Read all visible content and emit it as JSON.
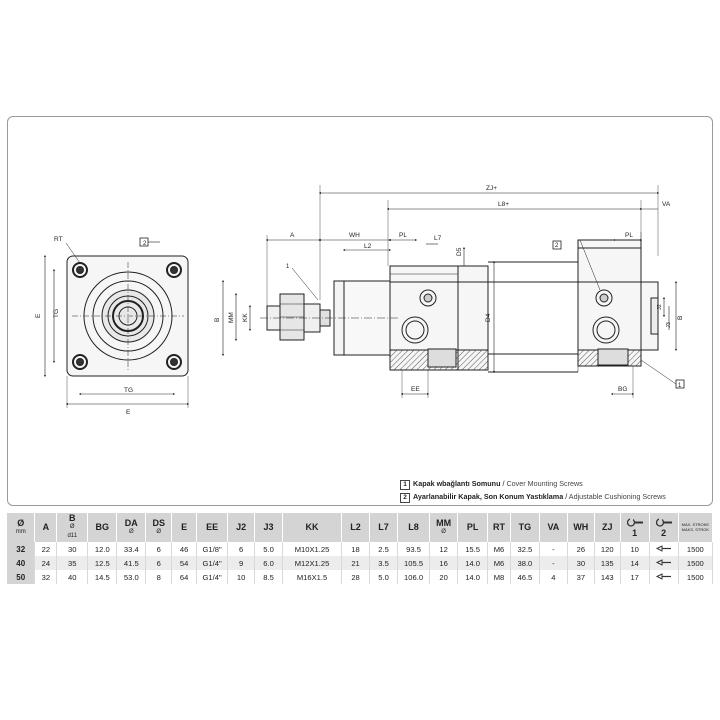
{
  "dimension_labels": {
    "front": {
      "rt": "RT",
      "tg_v": "TG",
      "e_v": "E",
      "tg_h": "TG",
      "e_h": "E",
      "callout": "2"
    },
    "side": {
      "zj": "ZJ+",
      "l8": "L8+",
      "va": "VA",
      "a": "A",
      "wh": "WH",
      "l2": "L2",
      "pl": "PL",
      "l7": "L7",
      "d5": "D5",
      "d4": "D4",
      "b": "B",
      "mm": "MM",
      "kk": "KK",
      "ee": "EE",
      "callout": "1"
    },
    "end": {
      "callout": "2",
      "pl": "PL",
      "j2": "J2",
      "j3": "J3",
      "b": "B",
      "bg": "BG",
      "callout1": "1"
    }
  },
  "legend": [
    {
      "num": "1",
      "tr": "Kapak wbağlantı Somunu",
      "en": "Cover Mounting Screws"
    },
    {
      "num": "2",
      "tr": "Ayarlanabilir Kapak, Son Konum Yastıklama",
      "en": "Adjustable Cushioning Screws"
    }
  ],
  "table": {
    "headers": [
      {
        "key": "bore",
        "label": "Ø",
        "sub": "mm"
      },
      {
        "key": "a",
        "label": "A"
      },
      {
        "key": "b",
        "label": "B",
        "sub": "Ø",
        "sub2": "d11"
      },
      {
        "key": "bg",
        "label": "BG"
      },
      {
        "key": "da",
        "label": "DA",
        "sub": "Ø"
      },
      {
        "key": "ds",
        "label": "DS",
        "sub": "Ø"
      },
      {
        "key": "e",
        "label": "E"
      },
      {
        "key": "ee",
        "label": "EE"
      },
      {
        "key": "j2",
        "label": "J2"
      },
      {
        "key": "j3",
        "label": "J3"
      },
      {
        "key": "kk",
        "label": "KK"
      },
      {
        "key": "l2",
        "label": "L2"
      },
      {
        "key": "l7",
        "label": "L7"
      },
      {
        "key": "l8",
        "label": "L8"
      },
      {
        "key": "mm",
        "label": "MM",
        "sub": "Ø"
      },
      {
        "key": "pl",
        "label": "PL"
      },
      {
        "key": "rt",
        "label": "RT"
      },
      {
        "key": "tg",
        "label": "TG"
      },
      {
        "key": "va",
        "label": "VA"
      },
      {
        "key": "wh",
        "label": "WH"
      },
      {
        "key": "zj",
        "label": "ZJ"
      },
      {
        "key": "w1",
        "label": "1",
        "icon": "wrench-icon"
      },
      {
        "key": "w2",
        "label": "2",
        "icon": "wrench-icon"
      },
      {
        "key": "stroke",
        "label": "",
        "tiny": [
          "MAX. STROKE",
          "MAKS. STROK"
        ]
      }
    ],
    "rows": [
      [
        "32",
        "22",
        "30",
        "12.0",
        "33.4",
        "6",
        "46",
        "G1/8\"",
        "6",
        "5.0",
        "M10X1.25",
        "18",
        "2.5",
        "93.5",
        "12",
        "15.5",
        "M6",
        "32.5",
        "-",
        "26",
        "120",
        "10",
        "",
        "1500"
      ],
      [
        "40",
        "24",
        "35",
        "12.5",
        "41.5",
        "6",
        "54",
        "G1/4\"",
        "9",
        "6.0",
        "M12X1.25",
        "21",
        "3.5",
        "105.5",
        "16",
        "14.0",
        "M6",
        "38.0",
        "-",
        "30",
        "135",
        "14",
        "",
        "1500"
      ],
      [
        "50",
        "32",
        "40",
        "14.5",
        "53.0",
        "8",
        "64",
        "G1/4\"",
        "10",
        "8.5",
        "M16X1.5",
        "28",
        "5.0",
        "106.0",
        "20",
        "14.0",
        "M8",
        "46.5",
        "4",
        "37",
        "143",
        "17",
        "",
        "1500"
      ]
    ]
  }
}
